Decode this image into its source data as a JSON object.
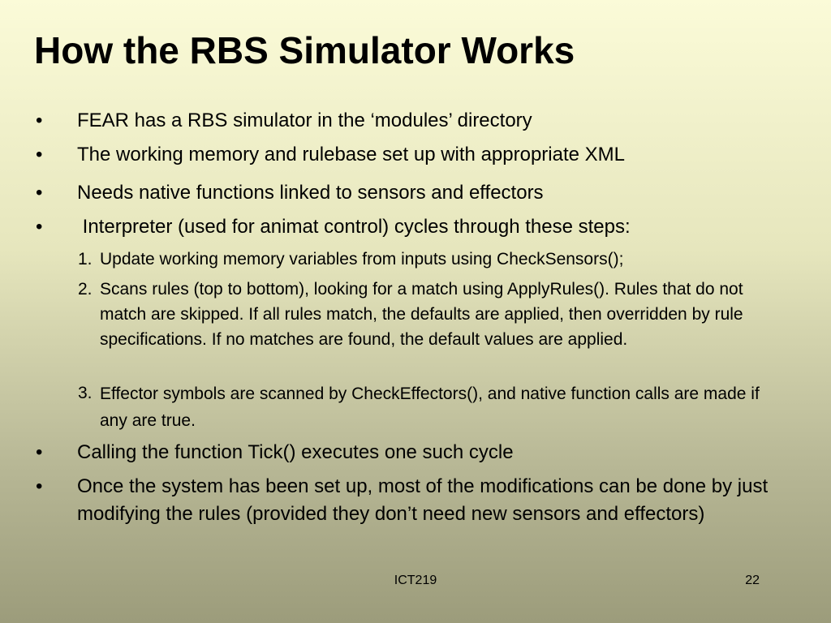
{
  "slide": {
    "title": "How the RBS Simulator Works",
    "bullet_glyph": "•",
    "bullets_top": [
      "FEAR has a RBS simulator in the ‘modules’ directory",
      "The working memory and rulebase set up with appropriate XML",
      "Needs native functions linked to sensors and effectors",
      " Interpreter (used for animat control) cycles through these steps:"
    ],
    "steps": [
      {
        "num": "1.",
        "text": "Update working memory variables from inputs using CheckSensors();"
      },
      {
        "num": "2.",
        "text": "Scans rules (top to bottom), looking for a match using ApplyRules(). Rules that do not match are skipped. If all rules match, the defaults are applied, then overridden by rule specifications. If no matches are found, the default values are applied."
      },
      {
        "num": "3.",
        "text": "Effector symbols are scanned by CheckEffectors(), and native function calls are made if any are true."
      }
    ],
    "bullets_bottom": [
      "Calling the function Tick() executes one such cycle",
      "Once the system has been set up, most of the modifications can be done by just modifying the rules (provided they don’t need new sensors and effectors)"
    ],
    "footer_course": "ICT219",
    "footer_page": "22"
  }
}
